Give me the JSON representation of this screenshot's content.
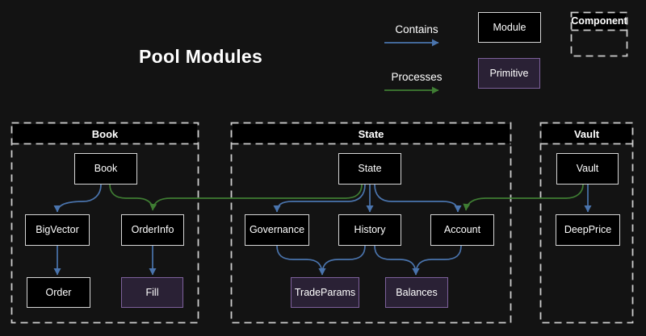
{
  "title": "Pool Modules",
  "legend": {
    "contains": "Contains",
    "processes": "Processes",
    "module": "Module",
    "primitive": "Primitive",
    "component": "Component"
  },
  "colors": {
    "background": "#131313",
    "contains_arrow": "#4a74ad",
    "processes_arrow": "#3f7d33",
    "module_fill": "#000000",
    "module_border": "#d6d6d6",
    "primitive_fill": "#2a2135",
    "primitive_border": "#7e619c",
    "container_border": "#cdcdcd",
    "text": "#ffffff"
  },
  "containers": {
    "book": {
      "label": "Book"
    },
    "state": {
      "label": "State"
    },
    "vault": {
      "label": "Vault"
    }
  },
  "nodes": {
    "book": {
      "label": "Book",
      "type": "module"
    },
    "bigvector": {
      "label": "BigVector",
      "type": "module"
    },
    "orderinfo": {
      "label": "OrderInfo",
      "type": "module"
    },
    "order": {
      "label": "Order",
      "type": "module"
    },
    "fill": {
      "label": "Fill",
      "type": "primitive"
    },
    "state": {
      "label": "State",
      "type": "module"
    },
    "governance": {
      "label": "Governance",
      "type": "module"
    },
    "history": {
      "label": "History",
      "type": "module"
    },
    "account": {
      "label": "Account",
      "type": "module"
    },
    "tradeparams": {
      "label": "TradeParams",
      "type": "primitive"
    },
    "balances": {
      "label": "Balances",
      "type": "primitive"
    },
    "vault": {
      "label": "Vault",
      "type": "module"
    },
    "deepprice": {
      "label": "DeepPrice",
      "type": "module"
    }
  },
  "edges": {
    "contains": [
      {
        "from": "Book",
        "to": "BigVector"
      },
      {
        "from": "BigVector",
        "to": "Order"
      },
      {
        "from": "OrderInfo",
        "to": "Fill"
      },
      {
        "from": "State",
        "to": "Governance"
      },
      {
        "from": "State",
        "to": "History"
      },
      {
        "from": "State",
        "to": "Account"
      },
      {
        "from": "Governance",
        "to": "TradeParams"
      },
      {
        "from": "History",
        "to": "TradeParams"
      },
      {
        "from": "History",
        "to": "Balances"
      },
      {
        "from": "Account",
        "to": "Balances"
      },
      {
        "from": "Vault",
        "to": "DeepPrice"
      }
    ],
    "processes": [
      {
        "from": "Book",
        "to": "OrderInfo"
      },
      {
        "from": "State",
        "to": "OrderInfo"
      },
      {
        "from": "Vault",
        "to": "Account"
      }
    ]
  }
}
